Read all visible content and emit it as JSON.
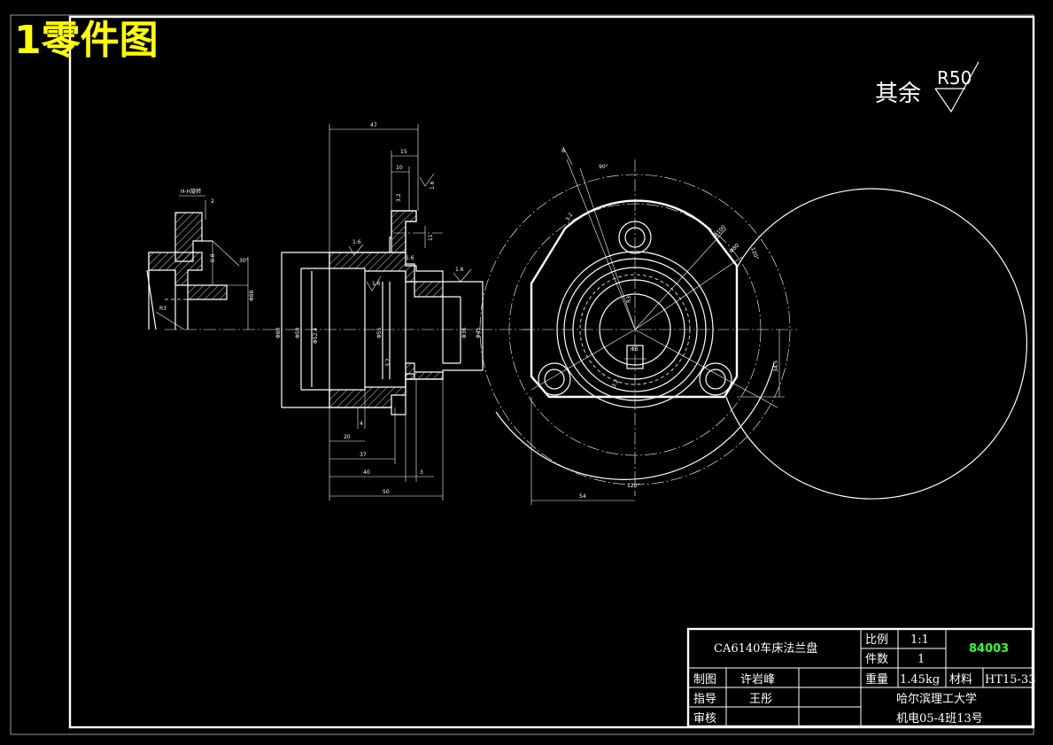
{
  "sheet_label": "1零件图",
  "roughness_note": {
    "text": "其余",
    "value": "R50"
  },
  "colors": {
    "background": "#000000",
    "lines": "#ffffff",
    "title_label": "#ffff00",
    "drawing_number": "#33ff33"
  },
  "detail_view": {
    "label": "H-H旋转",
    "dims": [
      "2",
      "0.8",
      "30°",
      "R3",
      "Φ88"
    ]
  },
  "section_view": {
    "top_dims": [
      "47",
      "15",
      "10",
      "3.2",
      "1.6",
      "1.6",
      "11"
    ],
    "diameters": [
      "Φ80",
      "Φ58",
      "Φ52.4",
      "Φ55",
      "Φ36",
      "Φ45"
    ],
    "bottom_dims": [
      "4",
      "20",
      "37",
      "40",
      "3",
      "50"
    ],
    "roughness": [
      "1.6",
      "1.6",
      "1.6",
      "3.2"
    ]
  },
  "front_view": {
    "angles": [
      "90°",
      "120°",
      "120°"
    ],
    "dims": [
      "Φ100",
      "Φ80",
      "34.5",
      "54",
      "R3",
      "Φ6",
      "3.2",
      "3.2"
    ]
  },
  "title_block": {
    "part_name": "CA6140车床法兰盘",
    "scale_label": "比例",
    "scale_value": "1:1",
    "qty_label": "件数",
    "qty_value": "1",
    "drawing_number": "84003",
    "drawn_label": "制图",
    "drawn_by": "许岩峰",
    "guide_label": "指导",
    "guide_by": "王彤",
    "check_label": "审核",
    "weight_label": "重量",
    "weight_value": "1.45kg",
    "material_label": "材料",
    "material_value": "HT15-33",
    "university": "哈尔滨理工大学",
    "class_info": "机电05-4班13号"
  }
}
